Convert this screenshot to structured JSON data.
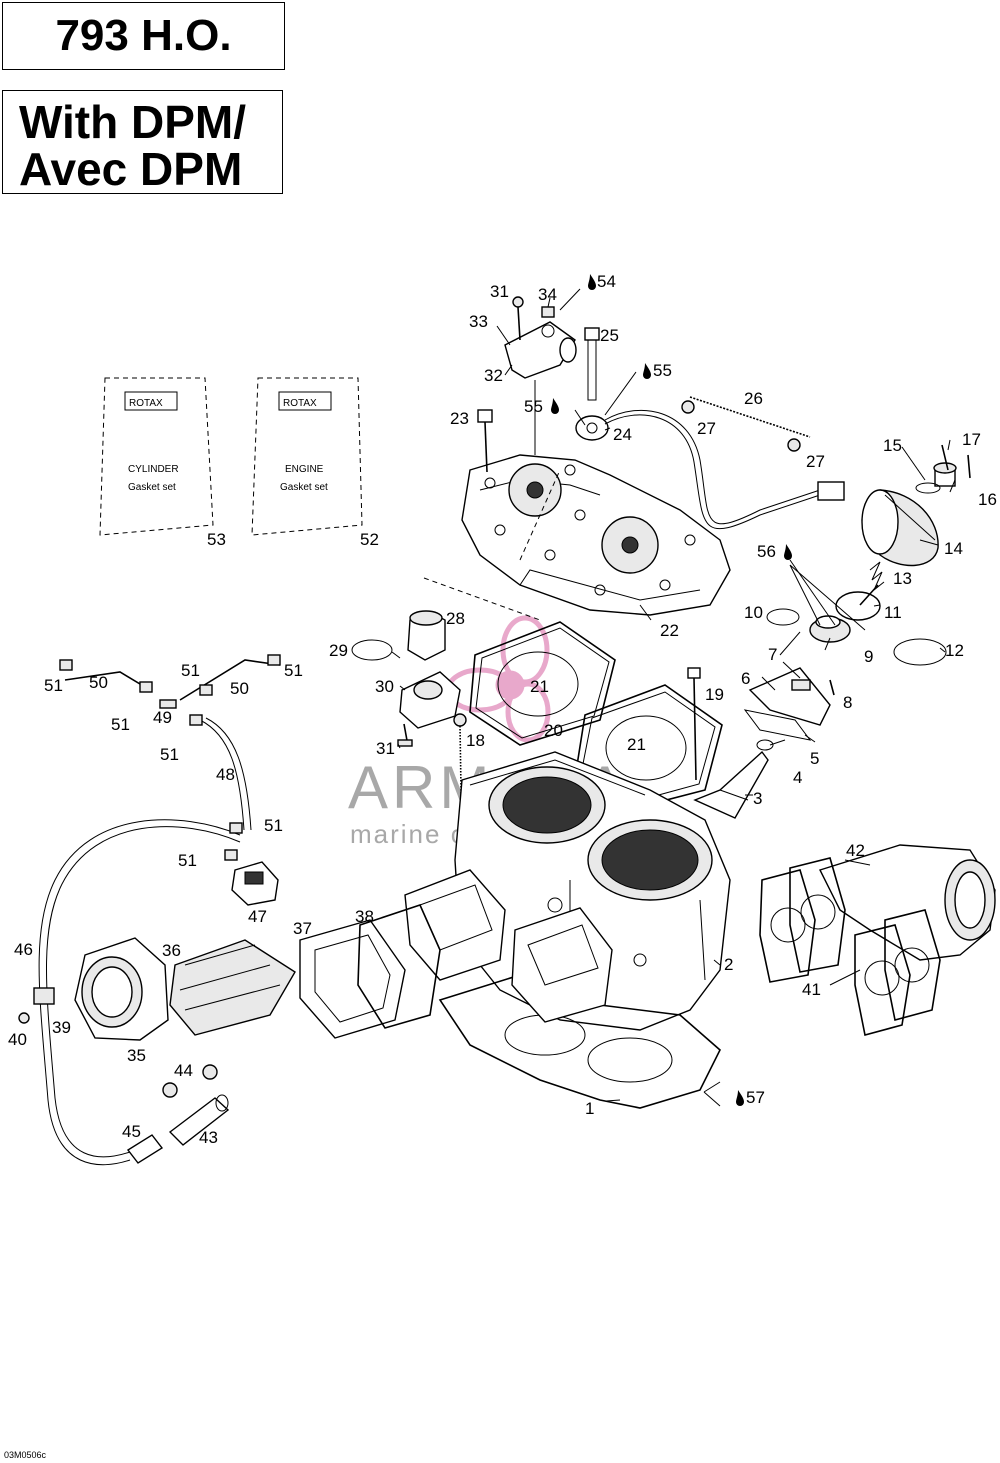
{
  "header": {
    "model": "793 H.O.",
    "variant_line1": "With DPM/",
    "variant_line2": "Avec DPM"
  },
  "kits": [
    {
      "brand": "ROTAX",
      "line1": "CYLINDER",
      "line2": "Gasket set",
      "number": "53"
    },
    {
      "brand": "ROTAX",
      "line1": "ENGINE",
      "line2": "Gasket set",
      "number": "52"
    }
  ],
  "watermark": {
    "brand": "ARMADA",
    "tagline": "marine outboards"
  },
  "callouts": [
    "1",
    "2",
    "3",
    "4",
    "5",
    "6",
    "7",
    "8",
    "9",
    "10",
    "11",
    "12",
    "13",
    "14",
    "15",
    "16",
    "17",
    "18",
    "19",
    "20",
    "21",
    "22",
    "23",
    "24",
    "25",
    "26",
    "27",
    "28",
    "29",
    "30",
    "31",
    "32",
    "33",
    "34",
    "35",
    "36",
    "37",
    "38",
    "39",
    "40",
    "41",
    "42",
    "43",
    "44",
    "45",
    "46",
    "47",
    "48",
    "49",
    "50",
    "51",
    "52",
    "53",
    "54",
    "55",
    "56",
    "57"
  ],
  "lubricant_refs": [
    "54",
    "55",
    "56",
    "57"
  ],
  "footer": {
    "code": "03M0506c"
  },
  "icons": {
    "lubricant": "drop-icon",
    "watermark_logo": "propeller-logo"
  }
}
